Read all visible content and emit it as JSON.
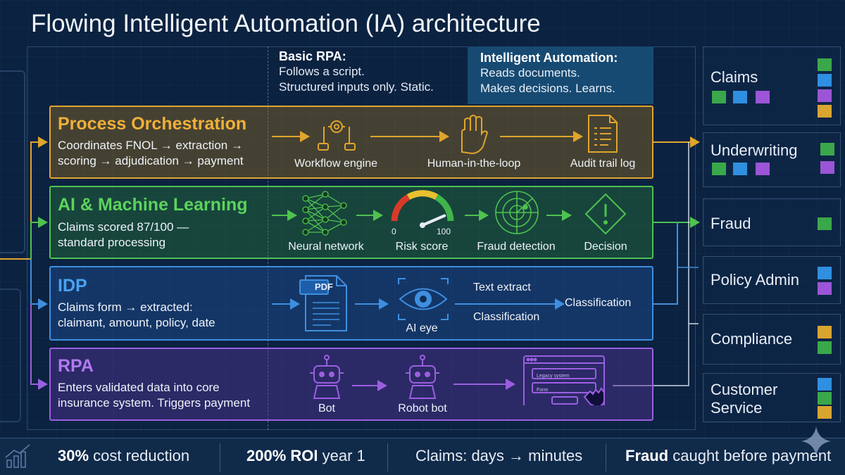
{
  "title": "Flowing Intelligent Automation (IA) architecture",
  "basic_rpa": {
    "heading": "Basic RPA:",
    "line1": "Follows a script.",
    "line2": "Structured inputs only. Static."
  },
  "intelligent_automation": {
    "heading": "Intelligent Automation:",
    "line1": "Reads documents.",
    "line2": "Makes decisions. Learns."
  },
  "layers": {
    "process_orchestration": {
      "title": "Process Orchestration",
      "desc1": "Coordinates FNOL → extraction →",
      "desc2": "scoring → adjudication → payment",
      "steps": [
        "Workflow engine",
        "Human-in-the-loop",
        "Audit trail log"
      ],
      "color": "#f0b03a"
    },
    "ai_ml": {
      "title": "AI & Machine Learning",
      "desc1": "Claims scored 87/100 —",
      "desc2": "standard processing",
      "steps": [
        "Neural network",
        "Risk score",
        "Fraud detection",
        "Decision"
      ],
      "gauge_min": "0",
      "gauge_max": "100",
      "gauge_value": 87,
      "color": "#5cd35c"
    },
    "idp": {
      "title": "IDP",
      "desc1": "Claims form → extracted:",
      "desc2": "claimant, amount, policy, date",
      "pdf_label": "PDF",
      "eye_label": "AI eye",
      "branch1": "Text extract",
      "branch2": "Classification",
      "result": "Classification",
      "color": "#4aa3f0"
    },
    "rpa": {
      "title": "RPA",
      "desc1": "Enters validated data into core",
      "desc2": "insurance system. Triggers payment",
      "steps": [
        "Bot",
        "Robot bot"
      ],
      "legacy_label": "Legacy system",
      "form_label": "Form",
      "color": "#b07af0"
    }
  },
  "systems": [
    {
      "name": "Claims"
    },
    {
      "name": "Underwriting"
    },
    {
      "name": "Fraud"
    },
    {
      "name": "Policy Admin"
    },
    {
      "name": "Compliance"
    },
    {
      "name_line1": "Customer",
      "name_line2": "Service"
    }
  ],
  "legend_colors": {
    "orchestration": "#d9a531",
    "ai_ml": "#3aa84a",
    "idp": "#2f8fe0",
    "rpa": "#9b55d6"
  },
  "stats": [
    {
      "bold": "30%",
      "rest": " cost reduction"
    },
    {
      "bold": "200% ROI",
      "rest": " year 1"
    },
    {
      "bold": "",
      "rest": "Claims: days → minutes"
    },
    {
      "bold": "Fraud",
      "rest": " caught before payment"
    }
  ],
  "icons": [
    "flow-chart-icon",
    "hand-icon",
    "document-list-icon",
    "neural-network-icon",
    "gauge-icon",
    "radar-icon",
    "warning-diamond-icon",
    "pdf-icon",
    "eye-icon",
    "robot-icon",
    "legacy-window-icon",
    "bar-chart-icon",
    "sparkle-icon"
  ]
}
